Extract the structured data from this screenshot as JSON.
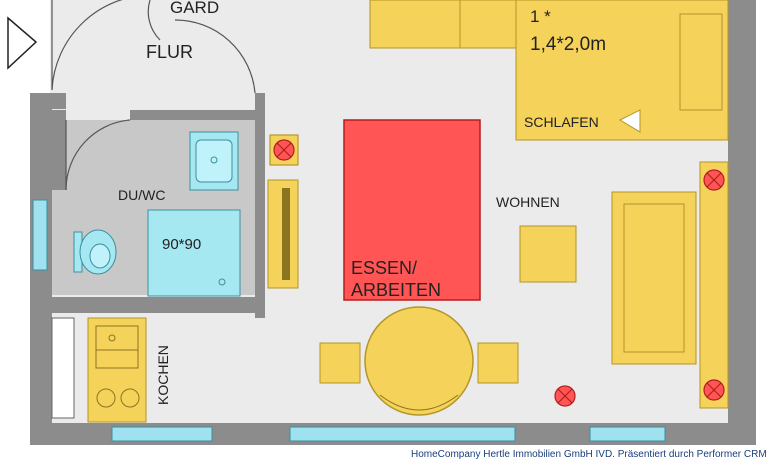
{
  "rooms": {
    "garderobe": "GARD",
    "flur": "FLUR",
    "bath": "DU/WC",
    "shower_size": "90*90",
    "living": "WOHNEN",
    "dining_line1": "ESSEN/",
    "dining_line2": "ARBEITEN",
    "kitchen": "KOCHEN",
    "sleeping": "SCHLAFEN",
    "bed_count": "1  *",
    "bed_size": "1,4*2,0m"
  },
  "footer": {
    "credit": "HomeCompany Hertle Immobilien GmbH IVD. Präsentiert durch Performer CRM"
  },
  "colors": {
    "wall": "#8c8c8c",
    "floor": "#ebebeb",
    "bath_floor": "#c8c8c8",
    "furniture": "#f5d25a",
    "furniture_stroke": "#b39628",
    "table_red": "#ff5555",
    "table_red_stroke": "#b31e1e",
    "fixture": "#a6e8f2",
    "fixture_stroke": "#3a8fa0",
    "window": "#9fe1ee"
  },
  "icons": [
    "lamp-icon",
    "entrance-arrow-icon"
  ]
}
